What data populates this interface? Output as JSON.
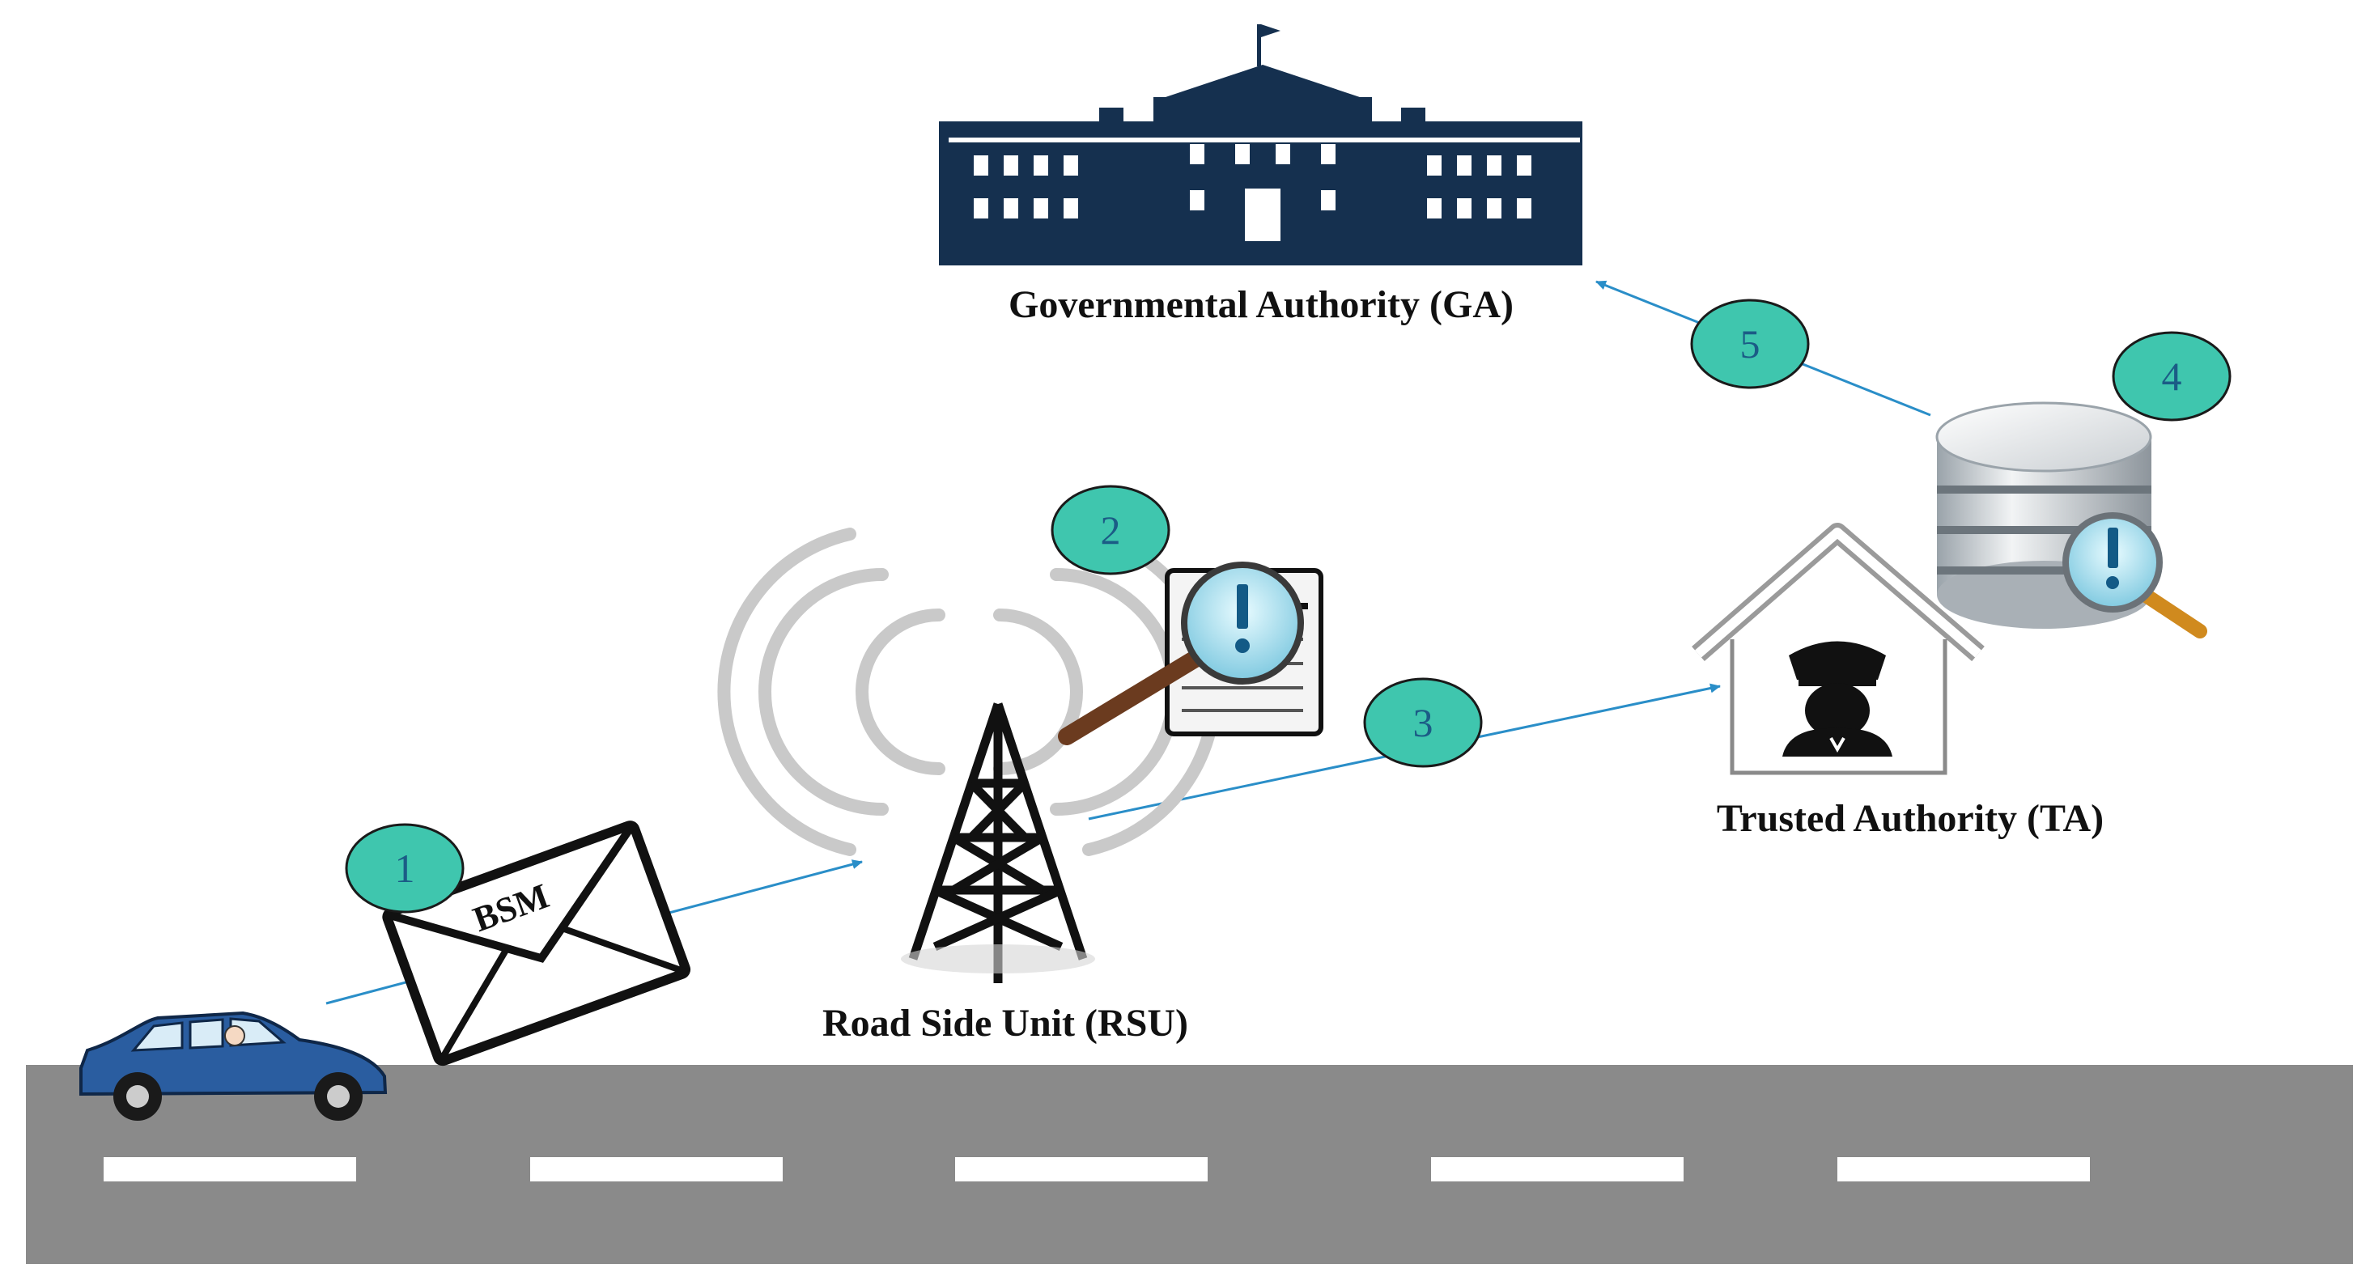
{
  "labels": {
    "ga": "Governmental Authority (GA)",
    "ta": "Trusted Authority (TA)",
    "rsu": "Road Side Unit (RSU)",
    "envelope": "BSM"
  },
  "steps": [
    "1",
    "2",
    "3",
    "4",
    "5"
  ],
  "colors": {
    "step_fill": "#3fc6ae",
    "step_text": "#1b5c86",
    "arrow": "#2a8ec8",
    "building": "#15304f",
    "road": "#8a8a8a",
    "lane_marking": "#ffffff",
    "car": "#2a5da0"
  },
  "icons": [
    "car-icon",
    "envelope-icon",
    "tower-icon",
    "document-magnifier-icon",
    "police-house-icon",
    "database-magnifier-icon",
    "government-building-icon"
  ]
}
